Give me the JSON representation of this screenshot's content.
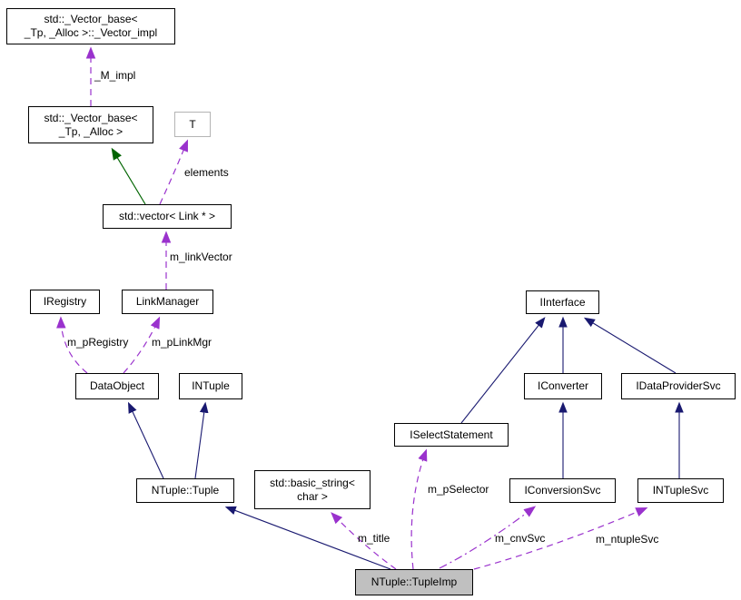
{
  "diagram": {
    "type": "uml-collaboration-graph",
    "focus_node": "NTuple::TupleImp",
    "colors": {
      "inheritance_arrow": "#191970",
      "protected_inheritance_arrow": "#006400",
      "usage_arrow": "#9a32cd",
      "node_border": "#000000",
      "template_node_border": "#b4b4b4",
      "node_fill": "#ffffff",
      "selected_node_fill": "#c0c0c0",
      "text": "#000000",
      "background": "#ffffff"
    },
    "nodes": [
      {
        "id": "vector-impl",
        "label": "std::_Vector_base<\n_Tp, _Alloc >::_Vector_impl"
      },
      {
        "id": "vector-base",
        "label": "std::_Vector_base<\n_Tp, _Alloc >"
      },
      {
        "id": "t",
        "label": "T"
      },
      {
        "id": "vector-link",
        "label": "std::vector< Link * >"
      },
      {
        "id": "iregistry",
        "label": "IRegistry"
      },
      {
        "id": "linkmanager",
        "label": "LinkManager"
      },
      {
        "id": "dataobject",
        "label": "DataObject"
      },
      {
        "id": "intuple",
        "label": "INTuple"
      },
      {
        "id": "iinterface",
        "label": "IInterface"
      },
      {
        "id": "iconverter",
        "label": "IConverter"
      },
      {
        "id": "idataprovidersvc",
        "label": "IDataProviderSvc"
      },
      {
        "id": "iselectstatement",
        "label": "ISelectStatement"
      },
      {
        "id": "ntuple-tuple",
        "label": "NTuple::Tuple"
      },
      {
        "id": "basic-string",
        "label": "std::basic_string<\nchar >"
      },
      {
        "id": "iconversionsvc",
        "label": "IConversionSvc"
      },
      {
        "id": "intuplesvc",
        "label": "INTupleSvc"
      },
      {
        "id": "ntuple-tupleimp",
        "label": "NTuple::TupleImp"
      }
    ],
    "edges": [
      {
        "from": "std::_Vector_base< _Tp, _Alloc >",
        "to": "std::_Vector_base< _Tp, _Alloc >::_Vector_impl",
        "type": "usage",
        "label": "_M_impl"
      },
      {
        "from": "std::vector< Link * >",
        "to": "std::_Vector_base< _Tp, _Alloc >",
        "type": "protected-inheritance",
        "label": ""
      },
      {
        "from": "std::vector< Link * >",
        "to": "T",
        "type": "usage",
        "label": "elements"
      },
      {
        "from": "LinkManager",
        "to": "std::vector< Link * >",
        "type": "usage",
        "label": "m_linkVector"
      },
      {
        "from": "DataObject",
        "to": "IRegistry",
        "type": "usage",
        "label": "m_pRegistry"
      },
      {
        "from": "DataObject",
        "to": "LinkManager",
        "type": "usage",
        "label": "m_pLinkMgr"
      },
      {
        "from": "NTuple::Tuple",
        "to": "DataObject",
        "type": "inheritance",
        "label": ""
      },
      {
        "from": "NTuple::Tuple",
        "to": "INTuple",
        "type": "inheritance",
        "label": ""
      },
      {
        "from": "ISelectStatement",
        "to": "IInterface",
        "type": "inheritance",
        "label": ""
      },
      {
        "from": "IConverter",
        "to": "IInterface",
        "type": "inheritance",
        "label": ""
      },
      {
        "from": "IDataProviderSvc",
        "to": "IInterface",
        "type": "inheritance",
        "label": ""
      },
      {
        "from": "IConversionSvc",
        "to": "IConverter",
        "type": "inheritance",
        "label": ""
      },
      {
        "from": "INTupleSvc",
        "to": "IDataProviderSvc",
        "type": "inheritance",
        "label": ""
      },
      {
        "from": "NTuple::TupleImp",
        "to": "NTuple::Tuple",
        "type": "inheritance",
        "label": ""
      },
      {
        "from": "NTuple::TupleImp",
        "to": "std::basic_string< char >",
        "type": "usage",
        "label": "m_title"
      },
      {
        "from": "NTuple::TupleImp",
        "to": "ISelectStatement",
        "type": "usage",
        "label": "m_pSelector"
      },
      {
        "from": "NTuple::TupleImp",
        "to": "IConversionSvc",
        "type": "usage",
        "label": "m_cnvSvc"
      },
      {
        "from": "NTuple::TupleImp",
        "to": "INTupleSvc",
        "type": "usage",
        "label": "m_ntupleSvc"
      }
    ]
  }
}
